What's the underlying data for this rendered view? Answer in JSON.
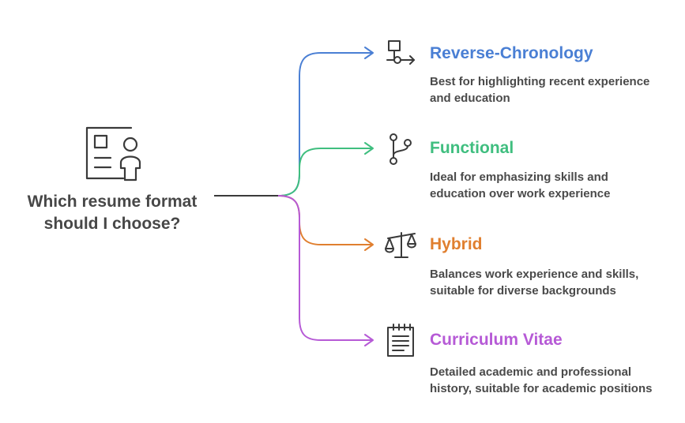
{
  "question": {
    "text": "Which resume format should I choose?",
    "icon": "resume-icon"
  },
  "options": [
    {
      "title": "Reverse-Chronology",
      "description": "Best for highlighting recent experience and education",
      "color": "#4a7fd4",
      "icon": "flowchart-icon"
    },
    {
      "title": "Functional",
      "description": "Ideal for emphasizing skills and education over work experience",
      "color": "#3fbe7f",
      "icon": "branch-icon"
    },
    {
      "title": "Hybrid",
      "description": "Balances work experience and skills, suitable for diverse backgrounds",
      "color": "#e07f2f",
      "icon": "scale-icon"
    },
    {
      "title": "Curriculum Vitae",
      "description": "Detailed academic and professional history, suitable for academic positions",
      "color": "#b65ad6",
      "icon": "notepad-icon"
    }
  ]
}
